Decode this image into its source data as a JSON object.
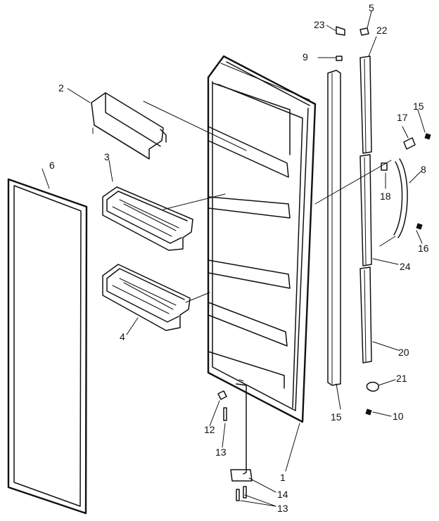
{
  "diagram": {
    "labels": [
      {
        "id": "p1",
        "text": "1"
      },
      {
        "id": "p2",
        "text": "2"
      },
      {
        "id": "p3",
        "text": "3"
      },
      {
        "id": "p4",
        "text": "4"
      },
      {
        "id": "p5",
        "text": "5"
      },
      {
        "id": "p6",
        "text": "6"
      },
      {
        "id": "p8",
        "text": "8"
      },
      {
        "id": "p9",
        "text": "9"
      },
      {
        "id": "p10",
        "text": "10"
      },
      {
        "id": "p12",
        "text": "12"
      },
      {
        "id": "p13a",
        "text": "13"
      },
      {
        "id": "p13b",
        "text": "13"
      },
      {
        "id": "p14",
        "text": "14"
      },
      {
        "id": "p15a",
        "text": "15"
      },
      {
        "id": "p15b",
        "text": "15"
      },
      {
        "id": "p16",
        "text": "16"
      },
      {
        "id": "p17",
        "text": "17"
      },
      {
        "id": "p18",
        "text": "18"
      },
      {
        "id": "p20",
        "text": "20"
      },
      {
        "id": "p21",
        "text": "21"
      },
      {
        "id": "p22",
        "text": "22"
      },
      {
        "id": "p23",
        "text": "23"
      },
      {
        "id": "p24",
        "text": "24"
      }
    ]
  }
}
